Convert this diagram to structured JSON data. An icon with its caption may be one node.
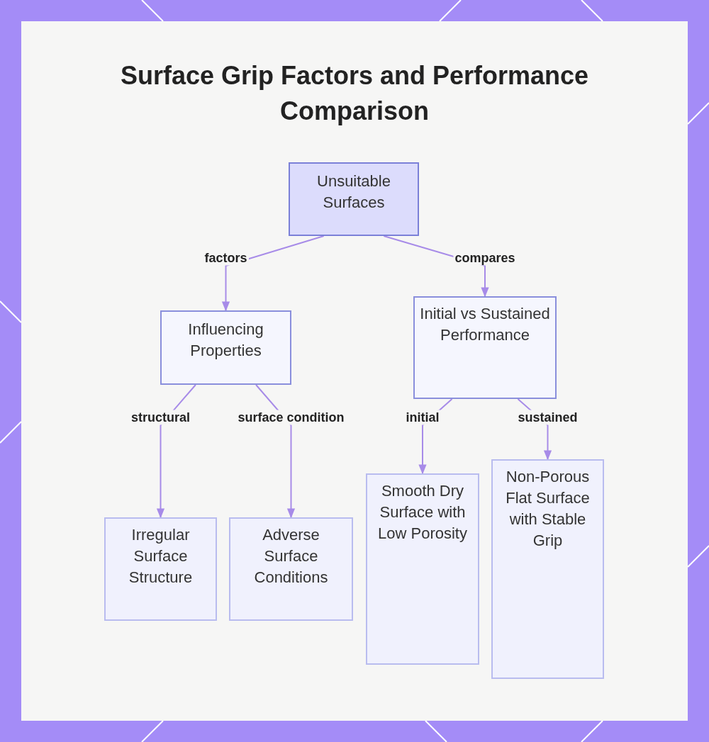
{
  "diagram": {
    "title": "Surface Grip Factors and Performance Comparison",
    "nodes": [
      {
        "text": [
          "Unsuitable Surfaces"
        ]
      },
      {
        "text": [
          "Influencing Properties"
        ]
      },
      {
        "text": [
          "Initial vs Sustained Performance"
        ]
      },
      {
        "text": [
          "Irregular Surface Structure"
        ]
      },
      {
        "text": [
          "Adverse Surface Conditions"
        ]
      },
      {
        "text": [
          "Smooth Dry Surface with Low Porosity"
        ]
      },
      {
        "text": [
          "Non-Porous Flat Surface with Stable Grip"
        ]
      }
    ],
    "edges": [
      {
        "from": 0,
        "to": 1,
        "arrow": "to",
        "label": "factors"
      },
      {
        "from": 0,
        "to": 2,
        "arrow": "to",
        "label": "compares"
      },
      {
        "from": 1,
        "to": 3,
        "arrow": "to",
        "label": "structural"
      },
      {
        "from": 1,
        "to": 4,
        "arrow": "to",
        "label": "surface condition"
      },
      {
        "from": 2,
        "to": 5,
        "arrow": "to",
        "label": "initial"
      },
      {
        "from": 2,
        "to": 6,
        "arrow": "to",
        "label": "sustained"
      }
    ]
  }
}
